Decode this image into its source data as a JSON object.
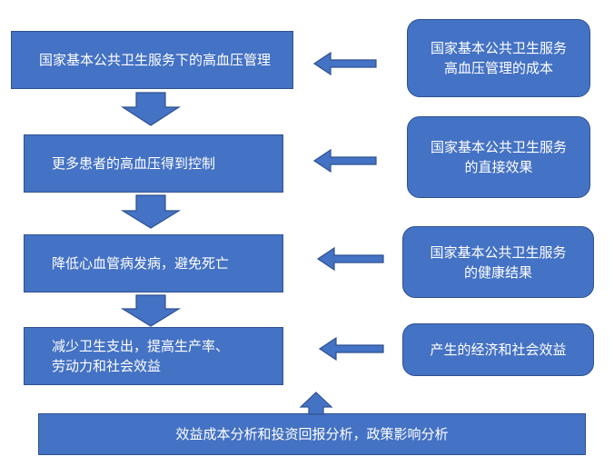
{
  "left_boxes": [
    {
      "text": "国家基本公共卫生服务下的高血压管理"
    },
    {
      "text": "更多患者的高血压得到控制"
    },
    {
      "text": "降低心血管病发病，避免死亡"
    },
    {
      "text": "减少卫生支出，提高生产率、\n劳动力和社会效益"
    }
  ],
  "right_boxes": [
    {
      "text": "国家基本公共卫生服务\n高血压管理的成本"
    },
    {
      "text": "国家基本公共卫生服务\n的直接效果"
    },
    {
      "text": "国家基本公共卫生服务\n的健康结果"
    },
    {
      "text": "产生的经济和社会效益"
    }
  ],
  "bottom_box": {
    "text": "效益成本分析和投资回报分析，政策影响分析"
  },
  "colors": {
    "box_fill": "#4472c4",
    "box_border": "#2f528f",
    "text": "#ffffff"
  }
}
